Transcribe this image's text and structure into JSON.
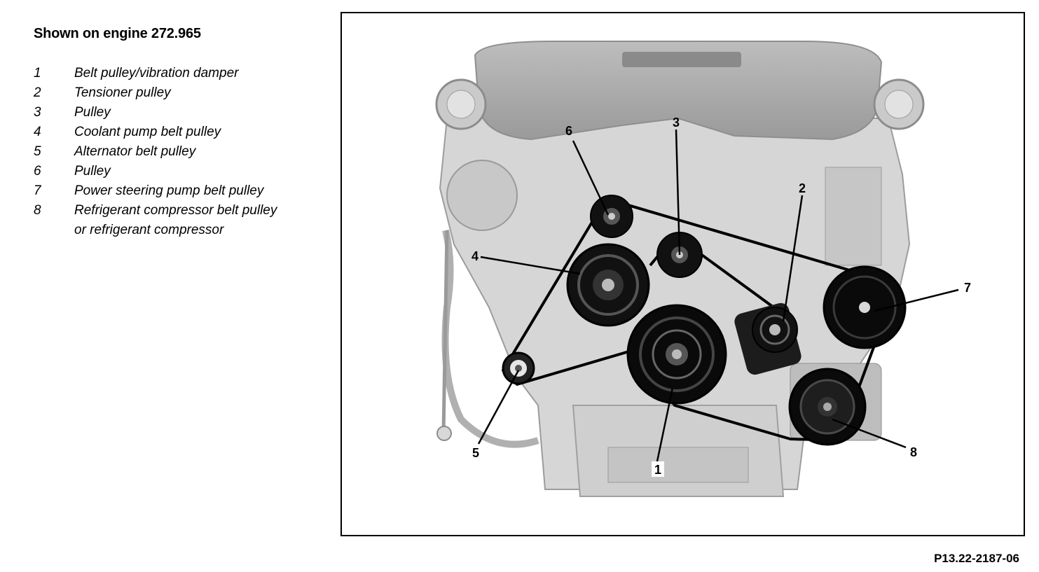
{
  "heading": "Shown on engine 272.965",
  "legend": [
    {
      "num": "1",
      "text": "Belt pulley/vibration damper"
    },
    {
      "num": "2",
      "text": "Tensioner pulley"
    },
    {
      "num": "3",
      "text": "Pulley"
    },
    {
      "num": "4",
      "text": "Coolant pump belt pulley"
    },
    {
      "num": "5",
      "text": "Alternator belt pulley"
    },
    {
      "num": "6",
      "text": "Pulley"
    },
    {
      "num": "7",
      "text": "Power steering pump belt pulley"
    },
    {
      "num": "8",
      "text": "Refrigerant compressor belt pulley",
      "continuation": "or refrigerant compressor"
    }
  ],
  "callouts": [
    "1",
    "2",
    "3",
    "4",
    "5",
    "6",
    "7",
    "8"
  ],
  "figure_id": "P13.22-2187-06",
  "colors": {
    "engine_fill": "#d4d4d4",
    "engine_shade": "#a8a8a8",
    "pulley": "#0a0a0a",
    "belt": "#000000"
  }
}
